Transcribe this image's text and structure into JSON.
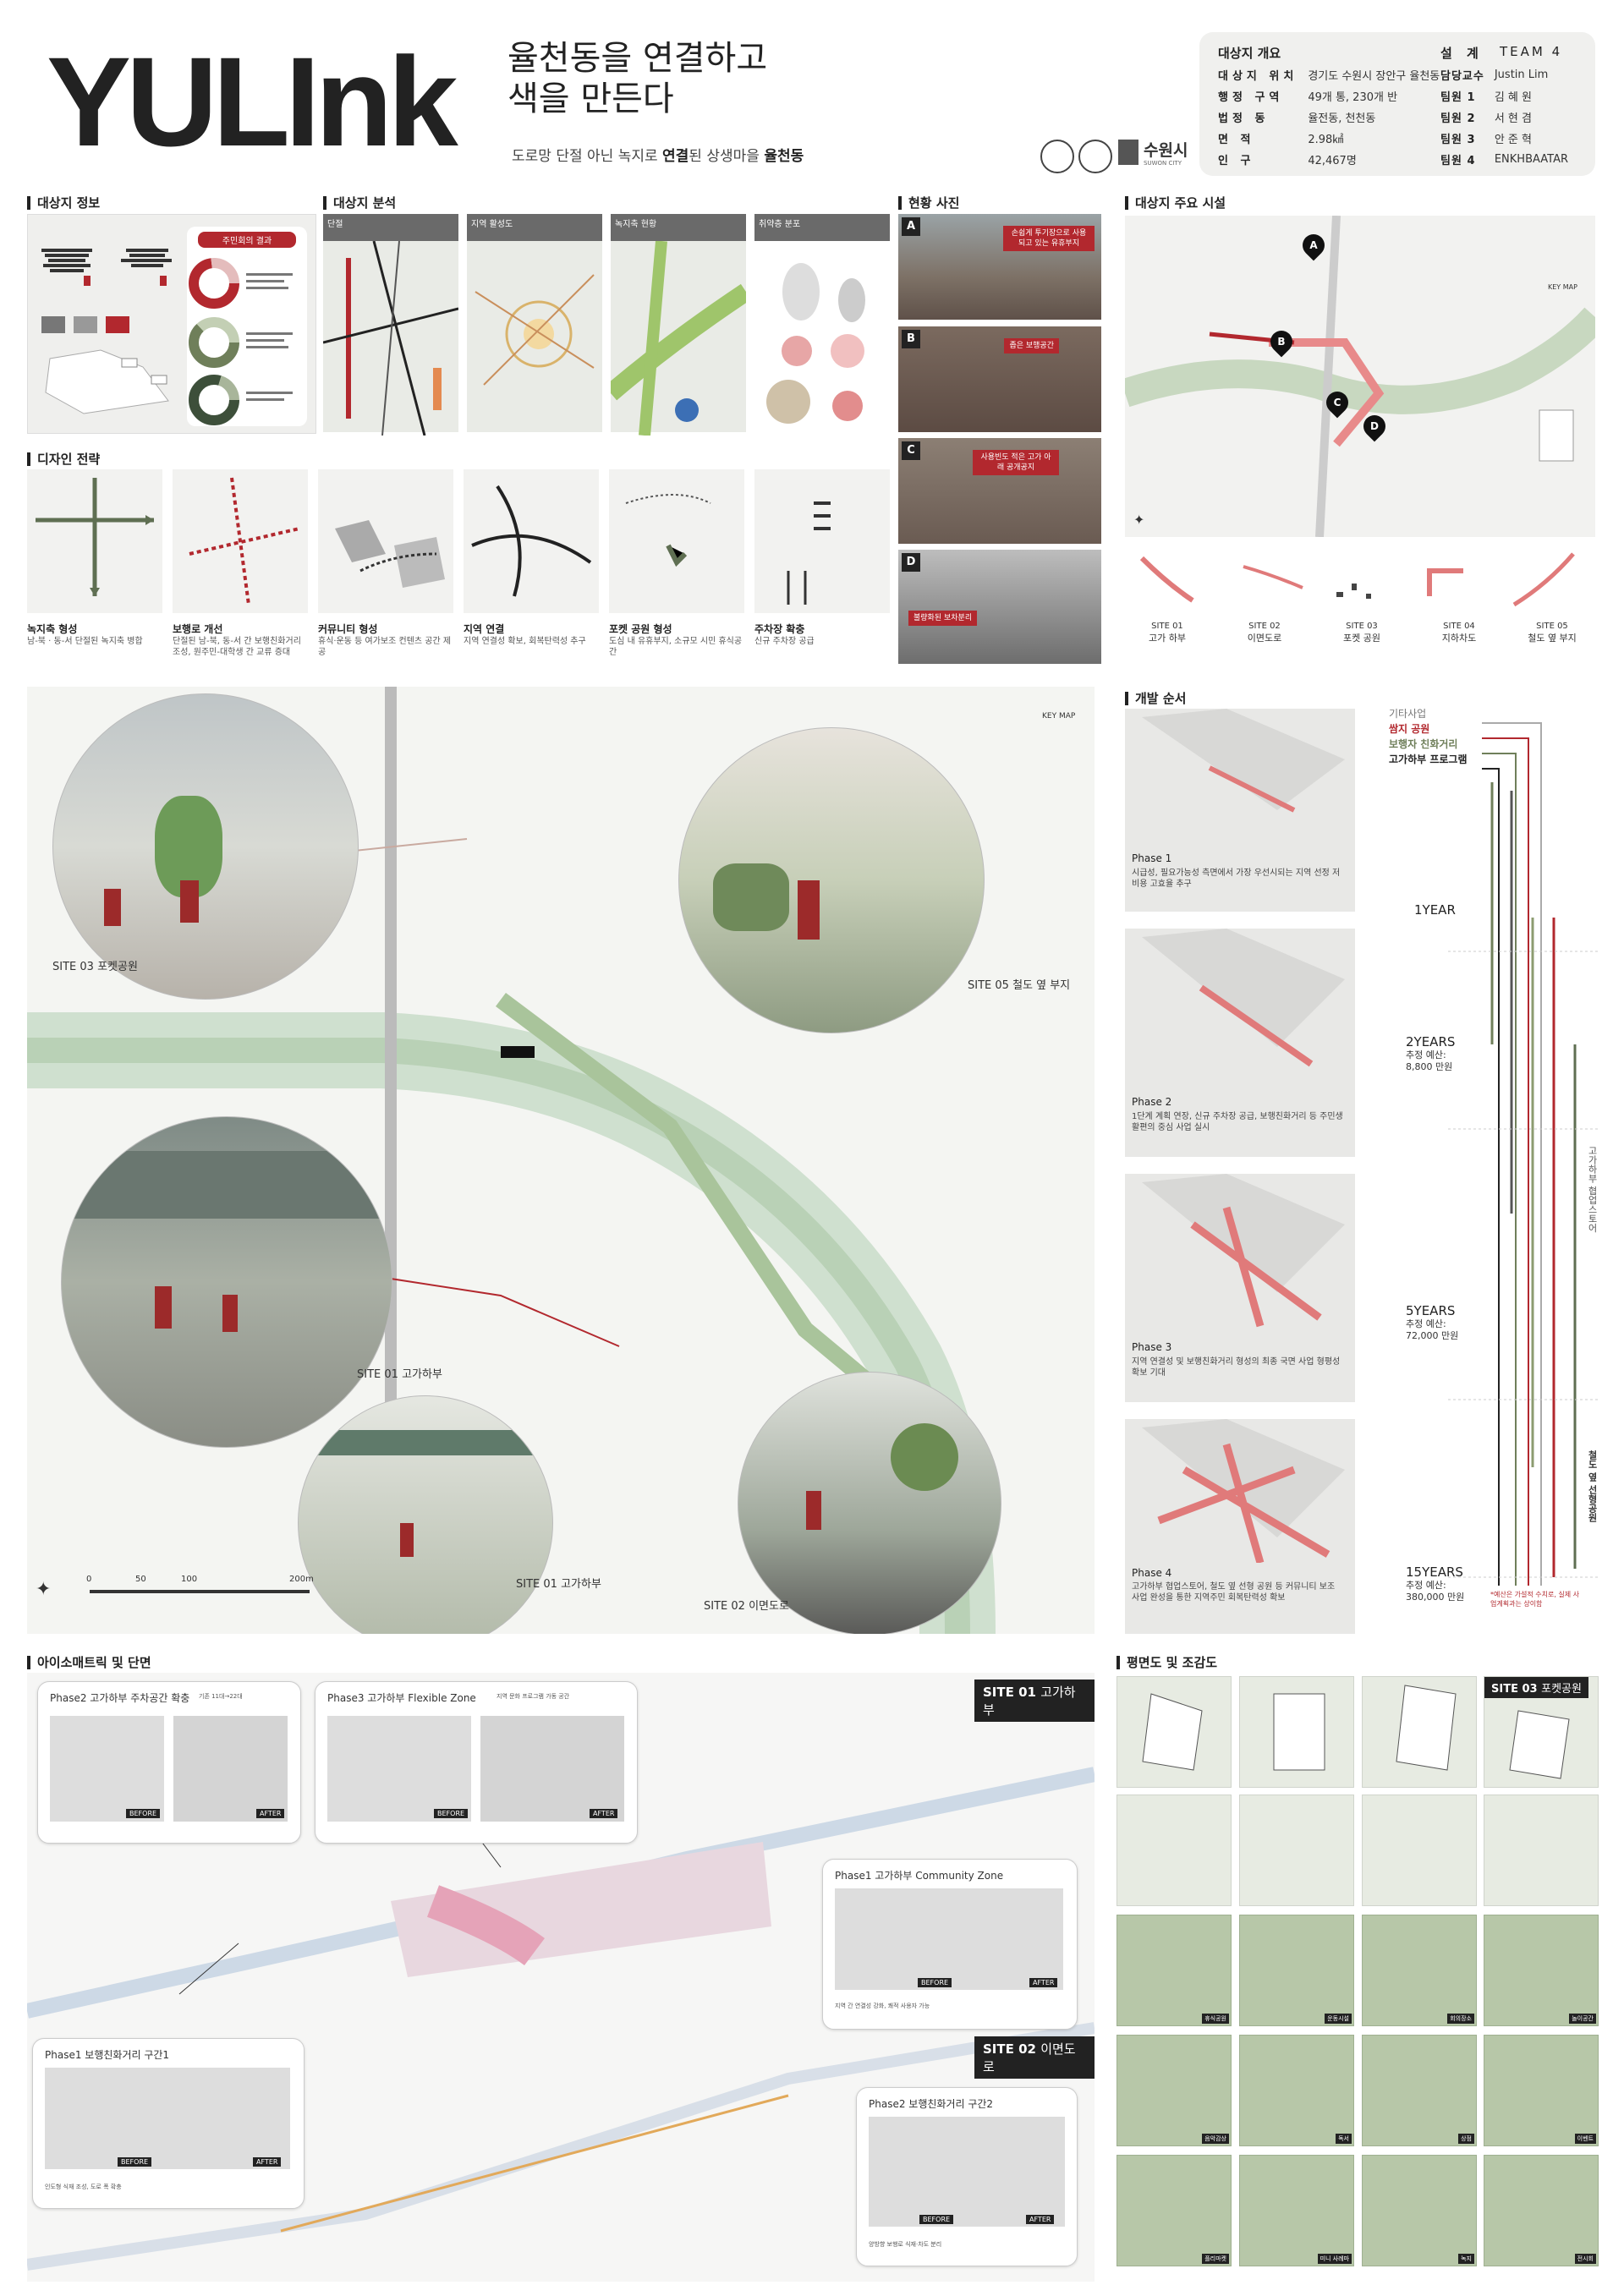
{
  "header": {
    "logo": "YULInk",
    "subtitle_lines": [
      "율천동을 연결하고",
      "색을 만든다"
    ],
    "tagline_pre": "도로망 단절 아닌 녹지로 ",
    "tagline_b1": "연결",
    "tagline_mid": "된 상생마을 ",
    "tagline_b2": "율천동",
    "city_logo": "수원시",
    "city_sub": "SUWON CITY"
  },
  "overview": {
    "title": "대상지 개요",
    "rows": [
      {
        "k": "대상지 위치",
        "v": "경기도 수원시 장안구 율천동"
      },
      {
        "k": "행정 구역",
        "v": "49개 통, 230개 반"
      },
      {
        "k": "법정 동",
        "v": "율전동, 천천동"
      },
      {
        "k": "면 적",
        "v": "2.98㎢"
      },
      {
        "k": "인 구",
        "v": "42,467명"
      }
    ],
    "design_title": "설 계",
    "team": "TEAM 4",
    "members": [
      {
        "k": "담당교수",
        "v": "Justin Lim"
      },
      {
        "k": "팀원 1",
        "v": "김 혜 원"
      },
      {
        "k": "팀원 2",
        "v": "서 현 겸"
      },
      {
        "k": "팀원 3",
        "v": "안 준 혁"
      },
      {
        "k": "팀원 4",
        "v": "ENKHBAATAR"
      }
    ]
  },
  "sections": {
    "site_info": "대상지 정보",
    "site_analysis": "대상지 분석",
    "photos": "현황 사진",
    "facilities": "대상지 주요 시설",
    "strategy": "디자인 전략",
    "dev_order": "개발 순서",
    "iso": "아이소매트릭 및 단면",
    "plan": "평면도 및 조감도"
  },
  "site_info": {
    "survey": "주민회의 결과"
  },
  "analysis_cols": [
    "단절",
    "지역 활성도",
    "녹지축 현황",
    "취약층 분포"
  ],
  "photos": [
    {
      "letter": "A",
      "tag": "손쉽게 투기장으로 사용되고 있는 유휴부지"
    },
    {
      "letter": "B",
      "tag": "좁은 보행공간"
    },
    {
      "letter": "C",
      "tag": "사용빈도 적은 고가 아래 공개공지"
    },
    {
      "letter": "D",
      "tag": "불량화된 보차분리"
    }
  ],
  "facilities": {
    "pins": [
      "A",
      "B",
      "C",
      "D"
    ],
    "key_map": "KEY MAP",
    "sites": [
      {
        "code": "SITE 01",
        "name": "고가 하부"
      },
      {
        "code": "SITE 02",
        "name": "이면도로"
      },
      {
        "code": "SITE 03",
        "name": "포켓 공원"
      },
      {
        "code": "SITE 04",
        "name": "지하차도"
      },
      {
        "code": "SITE 05",
        "name": "철도 옆 부지"
      }
    ]
  },
  "strategy": [
    {
      "title": "녹지축 형성",
      "desc": "남-북 · 동-서 단절된 녹지축 병합"
    },
    {
      "title": "보행로 개선",
      "desc": "단절된 남-북, 동-서 간 보행친화거리 조성, 원주민-대학생 간 교류 증대"
    },
    {
      "title": "커뮤니티 형성",
      "desc": "휴식·운동 등 여가보조 컨텐츠 공간 제공"
    },
    {
      "title": "지역 연결",
      "desc": "지역 연결성 확보, 회복탄력성 추구"
    },
    {
      "title": "포켓 공원 형성",
      "desc": "도심 내 유휴부지, 소규모 시민 휴식공간"
    },
    {
      "title": "주차장 확충",
      "desc": "신규 주차장 공급"
    }
  ],
  "masterplan": {
    "key_map": "KEY MAP",
    "labels": [
      {
        "code": "SITE 03",
        "name": "포켓공원"
      },
      {
        "code": "SITE 05",
        "name": "철도 옆 부지"
      },
      {
        "code": "SITE 01",
        "name": "고가하부"
      },
      {
        "code": "SITE 01",
        "name": "고가하부"
      },
      {
        "code": "SITE 02",
        "name": "이면도로"
      }
    ],
    "scale": [
      "0",
      "50",
      "100",
      "200m"
    ]
  },
  "phases": [
    {
      "name": "Phase 1",
      "desc": "시급성, 필요가능성 측면에서 가장 우선시되는 지역 선정 저비용 고효율 추구"
    },
    {
      "name": "Phase 2",
      "desc": "1단계 계획 연장, 신규 주차장 공급, 보행친화거리 등 주민생활편의 중심 사업 실시"
    },
    {
      "name": "Phase 3",
      "desc": "지역 연결성 및 보행친화거리 형성의 최종 국면 사업 형평성 확보 기대"
    },
    {
      "name": "Phase 4",
      "desc": "고가하부 협업스토어, 철도 옆 선형 공원 등 커뮤니티 보조 사업 완성을 통한 지역주민 회복탄력성 확보"
    }
  ],
  "timeline": {
    "legend": [
      "기타사업",
      "쌈지 공원",
      "보행자 친화거리",
      "고가하부 프로그램"
    ],
    "years": [
      {
        "label": "1YEAR",
        "budget_title": "",
        "budget": ""
      },
      {
        "label": "2YEARS",
        "budget_title": "추정 예산:",
        "budget": "8,800 만원"
      },
      {
        "label": "5YEARS",
        "budget_title": "추정 예산:",
        "budget": "72,000 만원"
      },
      {
        "label": "15YEARS",
        "budget_title": "추정 예산:",
        "budget": "380,000 만원"
      }
    ],
    "side_labels": [
      "고가하부 협업스토어",
      "철도 옆 선형공원"
    ],
    "note": "*예산은 가설적 수치로, 실제 사업계획과는 상이함"
  },
  "iso": {
    "site01_tag": "SITE 01",
    "site01_name": "고가하부",
    "site02_tag": "SITE 02",
    "site02_name": "이면도로",
    "bubbles": [
      {
        "phase": "Phase2",
        "title": "고가하부 주차공간 확충",
        "note": "기존 11대→22대"
      },
      {
        "phase": "Phase3",
        "title": "고가하부 Flexible Zone",
        "note": "지역 문화 프로그램 가동 공간"
      },
      {
        "phase": "Phase1",
        "title": "고가하부 Community Zone",
        "note": "지역 간 연결성 강화, 쾌적 사용자 가능"
      },
      {
        "phase": "Phase1",
        "title": "보행친화거리 구간1",
        "note": "인도형 식재 조성, 도로 폭 확충"
      },
      {
        "phase": "Phase2",
        "title": "보행친화거리 구간2",
        "note": "양방향 보행로 식재·차도 분리"
      }
    ],
    "before": "BEFORE",
    "after": "AFTER"
  },
  "plan": {
    "site03_tag": "SITE 03",
    "site03_name": "포켓공원",
    "row3": [
      "휴식공원",
      "운동시설",
      "회의장소",
      "놀이공간"
    ],
    "row4": [
      "음악감상",
      "독서",
      "상점",
      "이벤트"
    ],
    "row5": [
      "플리마켓",
      "미니 사례마",
      "녹지",
      "전시회"
    ]
  },
  "colors": {
    "accent": "#b2282e",
    "green": "#5f6f52",
    "dark": "#222222"
  }
}
